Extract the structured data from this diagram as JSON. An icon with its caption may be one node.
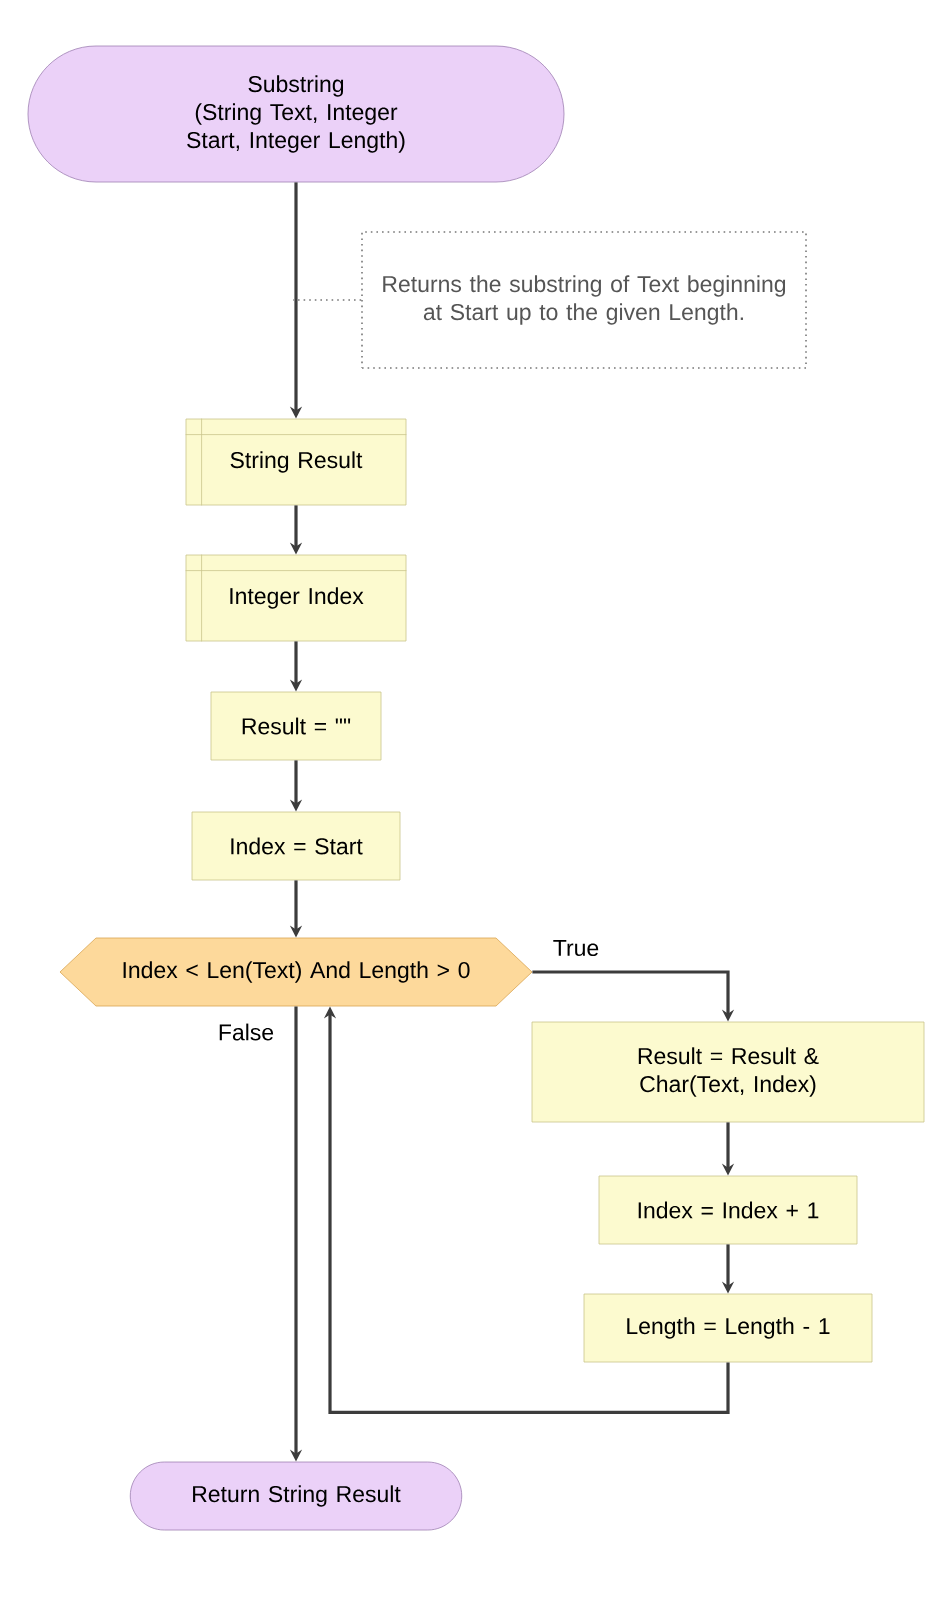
{
  "diagram": {
    "nodes": [
      {
        "text": [
          "Substring",
          "(String Text, Integer Start, Integer Length)"
        ]
      },
      {
        "text": [
          "Returns the substring of Text beginning at Start up to the given Length."
        ]
      },
      {
        "text": [
          "String Result"
        ]
      },
      {
        "text": [
          "Integer Index"
        ]
      },
      {
        "text": [
          "Result = \"\""
        ]
      },
      {
        "text": [
          "Index = Start"
        ]
      },
      {
        "text": [
          "Index < Len(Text) And Length > 0"
        ]
      },
      {
        "text": [
          "Result = Result & Char(Text, Index)"
        ]
      },
      {
        "text": [
          "Index = Index + 1"
        ]
      },
      {
        "text": [
          "Length = Length - 1"
        ]
      },
      {
        "text": [
          "Return String Result"
        ]
      }
    ],
    "edges": [
      {
        "from": 0,
        "to": 2,
        "arrow": "to"
      },
      {
        "from": 1,
        "to": null,
        "arrow": "none",
        "style": "dashed"
      },
      {
        "from": 2,
        "to": 3,
        "arrow": "to"
      },
      {
        "from": 3,
        "to": 4,
        "arrow": "to"
      },
      {
        "from": 4,
        "to": 5,
        "arrow": "to"
      },
      {
        "from": 5,
        "to": 6,
        "arrow": "to"
      },
      {
        "from": 6,
        "to": 7,
        "arrow": "to",
        "label": "True"
      },
      {
        "from": 7,
        "to": 8,
        "arrow": "to"
      },
      {
        "from": 8,
        "to": 9,
        "arrow": "to"
      },
      {
        "from": 9,
        "to": 6,
        "arrow": "to"
      },
      {
        "from": 6,
        "to": 10,
        "arrow": "to",
        "label": "False"
      }
    ]
  }
}
